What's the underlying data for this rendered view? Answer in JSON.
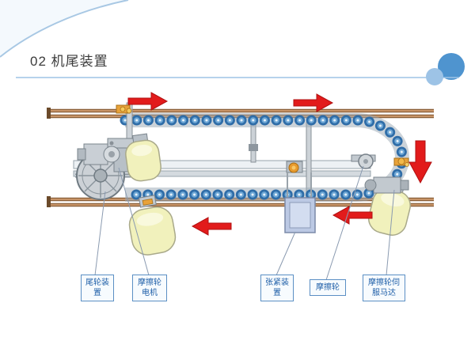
{
  "slide": {
    "title": "02 机尾装置"
  },
  "theme": {
    "accent_circle_dark": "#4f94cf",
    "accent_circle_light": "#9dc3e6",
    "divider_color": "#9dc3e6",
    "arrow_red": "#e21b1b",
    "rail_copper": "#8a5f38",
    "roller_blue": "#2f6da8",
    "wheel_yellow": "#f1f1bc",
    "label_border": "#5b8fc4",
    "label_text": "#1f5fa8"
  },
  "decorations": {
    "corner_wave": "corner-wave",
    "circles": "overlapping-circles"
  },
  "diagram": {
    "callout_labels": [
      {
        "id": "tail-wheel-device",
        "text": "尾轮装置"
      },
      {
        "id": "friction-wheel-motor",
        "text": "摩擦轮电机"
      },
      {
        "id": "tension-device",
        "text": "张紧装置"
      },
      {
        "id": "friction-wheel",
        "text": "摩擦轮"
      },
      {
        "id": "friction-wheel-servo-motor",
        "text": "摩擦轮伺服马达"
      }
    ]
  }
}
